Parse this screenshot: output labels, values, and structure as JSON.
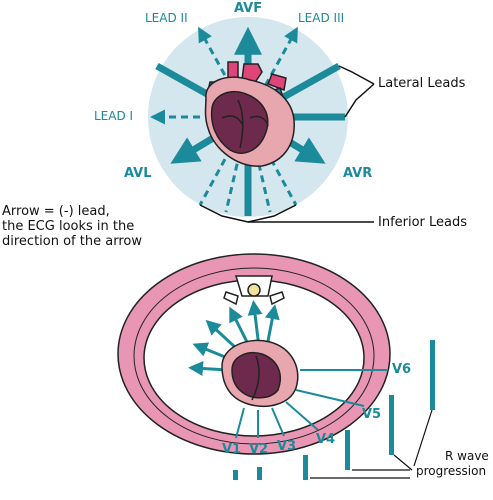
{
  "colors": {
    "teal": "#1b8a9a",
    "circle_bg": "#d4e6ee",
    "heart_body": "#e8a6ae",
    "heart_dark": "#6e2a4c",
    "vessel_pink": "#e0457a",
    "vessel_blue": "#2f7ec4",
    "chest_pink": "#e896b4"
  },
  "frontal": {
    "leads": {
      "avf": "AVF",
      "lead_ii": "LEAD II",
      "lead_iii": "LEAD III",
      "lead_i": "LEAD I",
      "avl": "AVL",
      "avr": "AVR"
    },
    "callouts": {
      "lateral": "Lateral Leads",
      "inferior": "Inferior Leads"
    },
    "note": {
      "line1": "Arrow = (-) lead,",
      "line2": "the ECG looks in the",
      "line3": "direction of the arrow"
    }
  },
  "precordial": {
    "leads": {
      "v1": "V1",
      "v2": "V2",
      "v3": "V3",
      "v4": "V4",
      "v5": "V5",
      "v6": "V6"
    },
    "r_wave": {
      "line1": "R wave",
      "line2": "progression"
    }
  }
}
